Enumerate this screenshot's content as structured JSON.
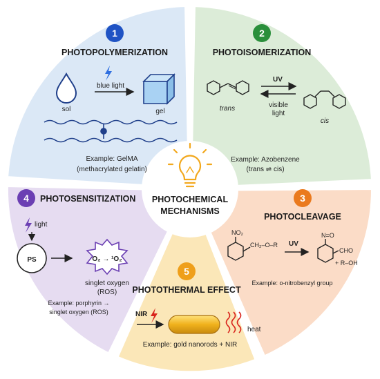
{
  "center": {
    "line1": "PHOTOCHEMICAL",
    "line2": "MECHANISMS",
    "icon": "lightbulb-icon"
  },
  "colors": {
    "s1_bg": "#dbe8f6",
    "s2_bg": "#dcecd8",
    "s3_bg": "#fbdcc7",
    "s4_bg": "#e6dcf1",
    "s5_bg": "#fbe7b8",
    "s1_badge": "#1f53c4",
    "s2_badge": "#2a8f3b",
    "s3_badge": "#ea7a1e",
    "s4_badge": "#6b3fb3",
    "s5_badge": "#ef9f1a"
  },
  "sections": {
    "s1": {
      "number": "1",
      "title": "PHOTOPOLYMERIZATION",
      "light": "blue light",
      "from": "sol",
      "to": "gel",
      "example": "Example: GelMA",
      "example2": "(methacrylated gelatin)"
    },
    "s2": {
      "number": "2",
      "title": "PHOTOISOMERIZATION",
      "uv": "UV",
      "visible1": "visible",
      "visible2": "light",
      "trans": "trans",
      "cis": "cis",
      "example": "Example: Azobenzene",
      "example2": "(trans ⇌ cis)"
    },
    "s3": {
      "number": "3",
      "title": "PHOTOCLEAVAGE",
      "uv": "UV",
      "no2": "NO₂",
      "chain": "CH₂–O–R",
      "no": "N=O",
      "cho": "CHO",
      "roh": "+ R–OH",
      "example": "Example: o-nitrobenzyl group"
    },
    "s4": {
      "number": "4",
      "title": "PHOTOSENSITIZATION",
      "light": "light",
      "ps": "PS",
      "oxygen": "O₂ → ¹O₂",
      "singlet1": "singlet oxygen",
      "singlet2": "(ROS)",
      "example": "Example: porphyrin →",
      "example2": "singlet oxygen (ROS)"
    },
    "s5": {
      "number": "5",
      "title": "PHOTOTHERMAL EFFECT",
      "nir": "NIR",
      "heat": "heat",
      "example": "Example: gold nanorods + NIR"
    }
  }
}
